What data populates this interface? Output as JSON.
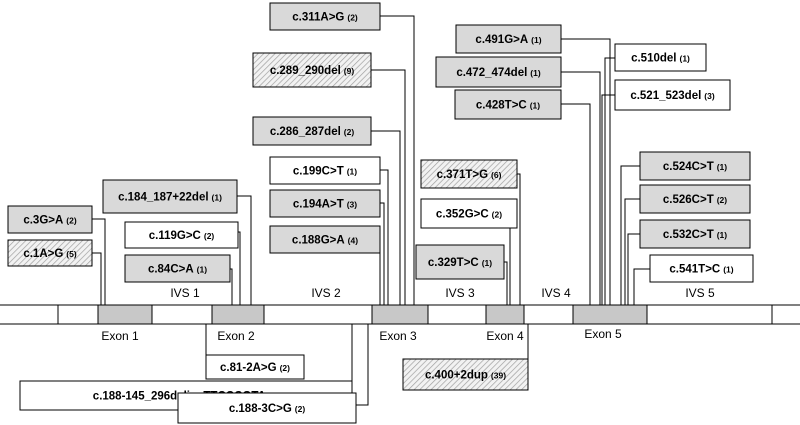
{
  "colors": {
    "exon_fill": "#c8c8c8",
    "box_grey": "#d9d9d9",
    "box_white": "#ffffff",
    "line": "#000000",
    "hatch": "#a0a0a0"
  },
  "regions": [
    {
      "id": "exon1",
      "label": "Exon 1"
    },
    {
      "id": "ivs1",
      "label": "IVS 1"
    },
    {
      "id": "exon2",
      "label": "Exon 2"
    },
    {
      "id": "ivs2",
      "label": "IVS 2"
    },
    {
      "id": "exon3",
      "label": "Exon 3"
    },
    {
      "id": "ivs3",
      "label": "IVS 3"
    },
    {
      "id": "exon4",
      "label": "Exon 4"
    },
    {
      "id": "ivs4",
      "label": "IVS 4"
    },
    {
      "id": "exon5",
      "label": "Exon 5"
    },
    {
      "id": "ivs5",
      "label": "IVS 5"
    }
  ],
  "mutations": [
    {
      "id": "m311",
      "name": "c.311A>G",
      "count": "(2)",
      "style": "grey"
    },
    {
      "id": "m289",
      "name": "c.289_290del",
      "count": "(9)",
      "style": "hatched"
    },
    {
      "id": "m286",
      "name": "c.286_287del",
      "count": "(2)",
      "style": "grey"
    },
    {
      "id": "m199",
      "name": "c.199C>T",
      "count": "(1)",
      "style": "white"
    },
    {
      "id": "m194",
      "name": "c.194A>T",
      "count": "(3)",
      "style": "grey"
    },
    {
      "id": "m188",
      "name": "c.188G>A",
      "count": "(4)",
      "style": "grey"
    },
    {
      "id": "m184",
      "name": "c.184_187+22del",
      "count": "(1)",
      "style": "grey"
    },
    {
      "id": "m119",
      "name": "c.119G>C",
      "count": "(2)",
      "style": "white"
    },
    {
      "id": "m84",
      "name": "c.84C>A",
      "count": "(1)",
      "style": "grey"
    },
    {
      "id": "m3",
      "name": "c.3G>A",
      "count": "(2)",
      "style": "grey"
    },
    {
      "id": "m1",
      "name": "c.1A>G",
      "count": "(5)",
      "style": "hatched"
    },
    {
      "id": "m491",
      "name": "c.491G>A",
      "count": "(1)",
      "style": "grey"
    },
    {
      "id": "m472",
      "name": "c.472_474del",
      "count": "(1)",
      "style": "grey"
    },
    {
      "id": "m428",
      "name": "c.428T>C",
      "count": "(1)",
      "style": "grey"
    },
    {
      "id": "m371",
      "name": "c.371T>G",
      "count": "(6)",
      "style": "hatched"
    },
    {
      "id": "m352",
      "name": "c.352G>C",
      "count": "(2)",
      "style": "white"
    },
    {
      "id": "m329",
      "name": "c.329T>C",
      "count": "(1)",
      "style": "grey"
    },
    {
      "id": "m510",
      "name": "c.510del",
      "count": "(1)",
      "style": "white"
    },
    {
      "id": "m521",
      "name": "c.521_523del",
      "count": "(3)",
      "style": "white"
    },
    {
      "id": "m524",
      "name": "c.524C>T",
      "count": "(1)",
      "style": "grey"
    },
    {
      "id": "m526",
      "name": "c.526C>T",
      "count": "(2)",
      "style": "grey"
    },
    {
      "id": "m532",
      "name": "c.532C>T",
      "count": "(1)",
      "style": "grey"
    },
    {
      "id": "m541",
      "name": "c.541T>C",
      "count": "(1)",
      "style": "white"
    },
    {
      "id": "m81",
      "name": "c.81-2A>G",
      "count": "(2)",
      "style": "white"
    },
    {
      "id": "m188del",
      "name": "c.188-145_296delinsTTCCCGTA",
      "count": "(2)",
      "style": "white"
    },
    {
      "id": "m188_3",
      "name": "c.188-3C>G",
      "count": "(2)",
      "style": "white"
    },
    {
      "id": "m400",
      "name": "c.400+2dup",
      "count": "(39)",
      "style": "hatched"
    }
  ]
}
